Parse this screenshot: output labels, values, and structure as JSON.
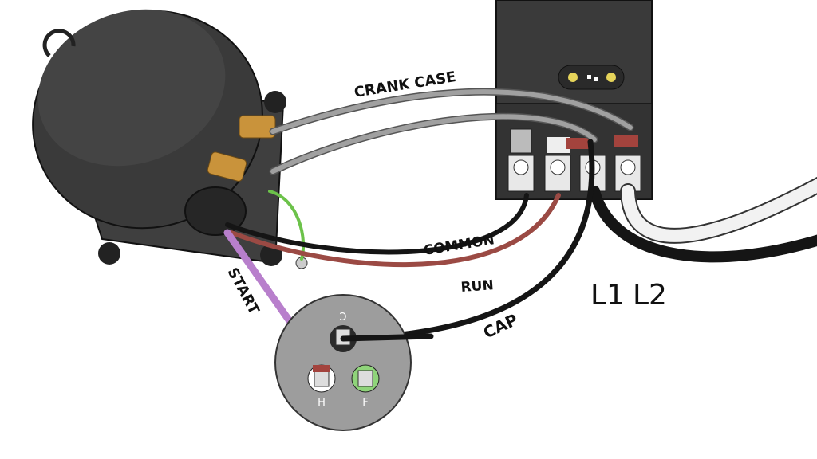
{
  "labels": {
    "crank_case": "CRANK CASE",
    "common": "COMMON",
    "run": "RUN",
    "start": "START",
    "cap": "CAP",
    "l1": "L1",
    "l2": "L2"
  },
  "capacitor_terminals": {
    "c": "C",
    "h": "H",
    "f": "F"
  },
  "colors": {
    "crank_case_wire": "#9a9a9a",
    "common_wire": "#151515",
    "run_wire": "#9b4a44",
    "start_wire": "#b87fcc",
    "cap_wire": "#151515",
    "l1_wire": "#151515",
    "l2_wire": "#f2f2f2",
    "ground_wire": "#6cc24a"
  }
}
